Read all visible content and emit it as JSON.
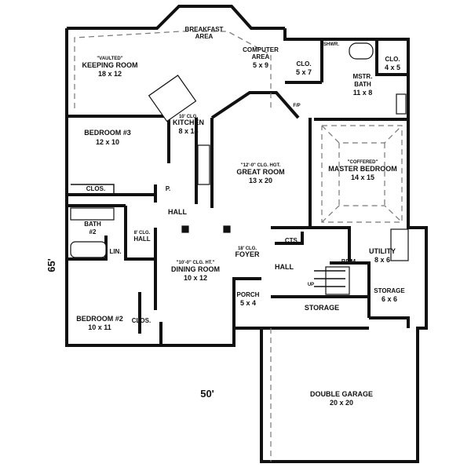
{
  "dimensions": {
    "width": "50'",
    "depth": "65'"
  },
  "rooms": {
    "breakfast": {
      "name": "BREAKFAST",
      "sub": "AREA"
    },
    "computer": {
      "name": "COMPUTER",
      "sub": "AREA",
      "size": "5 x 9"
    },
    "keeping": {
      "note": "\"VAULTED\"",
      "name": "KEEPING ROOM",
      "size": "18 x 12"
    },
    "kitchen": {
      "note": "10' CLG.",
      "name": "KITCHEN",
      "size": "8 x 14"
    },
    "bedroom3": {
      "name": "BEDROOM #3",
      "size": "12 x 10"
    },
    "great": {
      "note": "\"12'-0\" CLG. HGT.",
      "name": "GREAT ROOM",
      "size": "13 x 20"
    },
    "master": {
      "note": "\"COFFERED\"",
      "name": "MASTER BEDROOM",
      "size": "14 x 15"
    },
    "mstrbath": {
      "name": "MSTR.",
      "sub": "BATH",
      "size": "11 x 8"
    },
    "clo_a": {
      "name": "CLO.",
      "size": "5 x 7"
    },
    "clo_b": {
      "name": "CLO.",
      "size": "4 x 5"
    },
    "shwr": {
      "name": "SHWR."
    },
    "fp": {
      "name": "F/P"
    },
    "clos3": {
      "name": "CLOS."
    },
    "pantry": {
      "name": "P."
    },
    "hall_top": {
      "name": "HALL"
    },
    "bath2": {
      "name": "BATH",
      "sub": "#2"
    },
    "lin": {
      "name": "LIN."
    },
    "hall_clg": {
      "note": "8' CLG.",
      "name": "HALL"
    },
    "dining": {
      "note": "\"10'-0\" CLG. HT.\"",
      "name": "DINING ROOM",
      "size": "10 x 12"
    },
    "foyer": {
      "note": "18' CLG.",
      "name": "FOYER"
    },
    "cts": {
      "name": "CTS."
    },
    "hall_right": {
      "name": "HALL"
    },
    "utility": {
      "name": "UTILITY",
      "size": "8 x 6"
    },
    "brm": {
      "name": "BRM."
    },
    "up": {
      "name": "UP"
    },
    "porch": {
      "name": "PORCH",
      "size": "5 x 4"
    },
    "storage_long": {
      "name": "STORAGE"
    },
    "storage_box": {
      "name": "STORAGE",
      "size": "6 x 6"
    },
    "bedroom2": {
      "name": "BEDROOM #2",
      "size": "10 x 11"
    },
    "clos2": {
      "name": "CLOS."
    },
    "garage": {
      "name": "DOUBLE GARAGE",
      "size": "20 x 20"
    }
  }
}
